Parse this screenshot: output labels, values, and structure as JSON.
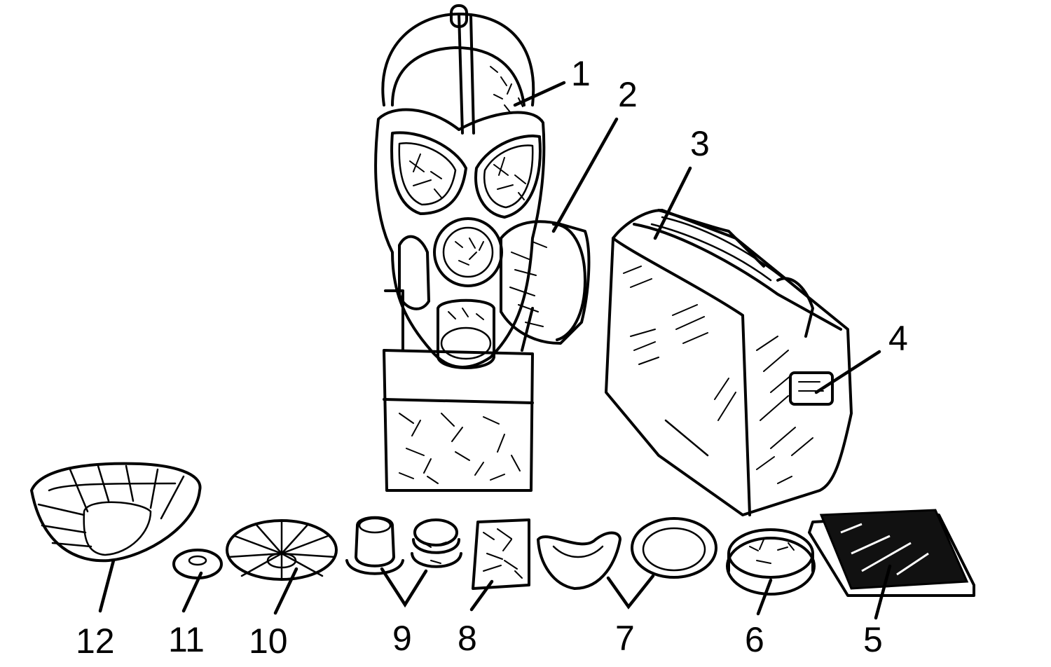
{
  "figure": {
    "labels": [
      {
        "id": "1",
        "text": "1"
      },
      {
        "id": "2",
        "text": "2"
      },
      {
        "id": "3",
        "text": "3"
      },
      {
        "id": "4",
        "text": "4"
      },
      {
        "id": "5",
        "text": "5"
      },
      {
        "id": "6",
        "text": "6"
      },
      {
        "id": "7",
        "text": "7"
      },
      {
        "id": "8",
        "text": "8"
      },
      {
        "id": "9",
        "text": "9"
      },
      {
        "id": "10",
        "text": "10"
      },
      {
        "id": "11",
        "text": "11"
      },
      {
        "id": "12",
        "text": "12"
      }
    ]
  }
}
